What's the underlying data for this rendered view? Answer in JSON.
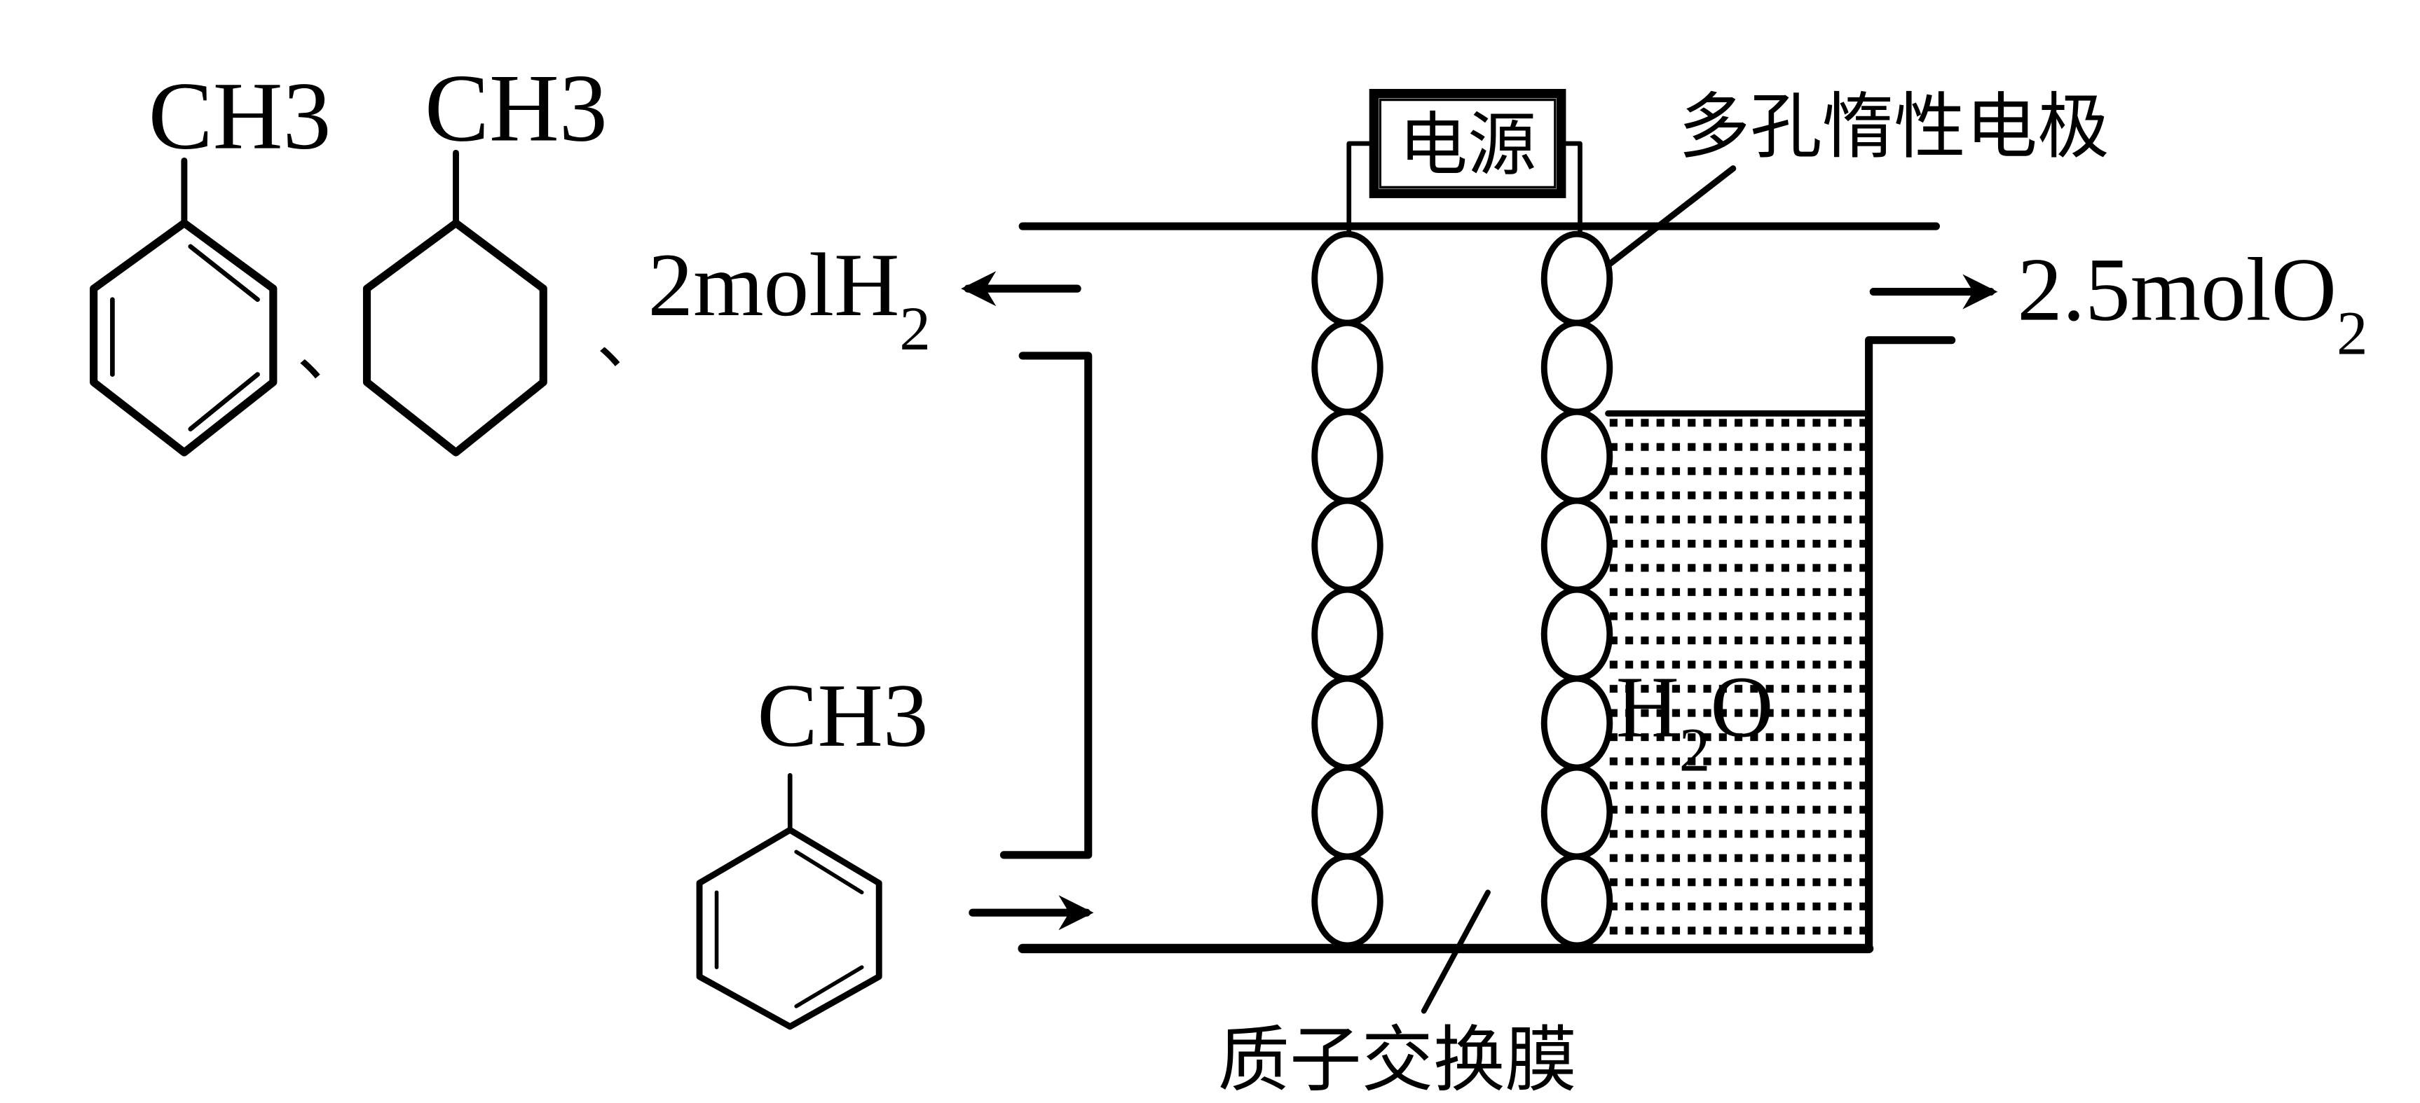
{
  "title": "Electrolysis of toluene to methylcyclohexane diagram",
  "colors": {
    "ink": "#000000",
    "background": "#ffffff"
  },
  "reactants": {
    "feed_label": "CH3",
    "feed_compound": "toluene"
  },
  "products": {
    "toluene_label": "CH3",
    "methylcyclohexane_label": "CH3",
    "separator": "、",
    "hydrogen": {
      "coefficient": "2mol",
      "species": "H",
      "subscript": "2"
    }
  },
  "oxygen_output": {
    "coefficient": "2.5mol",
    "species": "O",
    "subscript": "2"
  },
  "power_source_label": "电源",
  "electrode_label": "多孔惰性电极",
  "membrane_label": "质子交换膜",
  "water_label": {
    "species": "H",
    "subscript": "2",
    "tail": "O"
  },
  "electrodes": {
    "count_per_column": 8,
    "columns": 2
  }
}
